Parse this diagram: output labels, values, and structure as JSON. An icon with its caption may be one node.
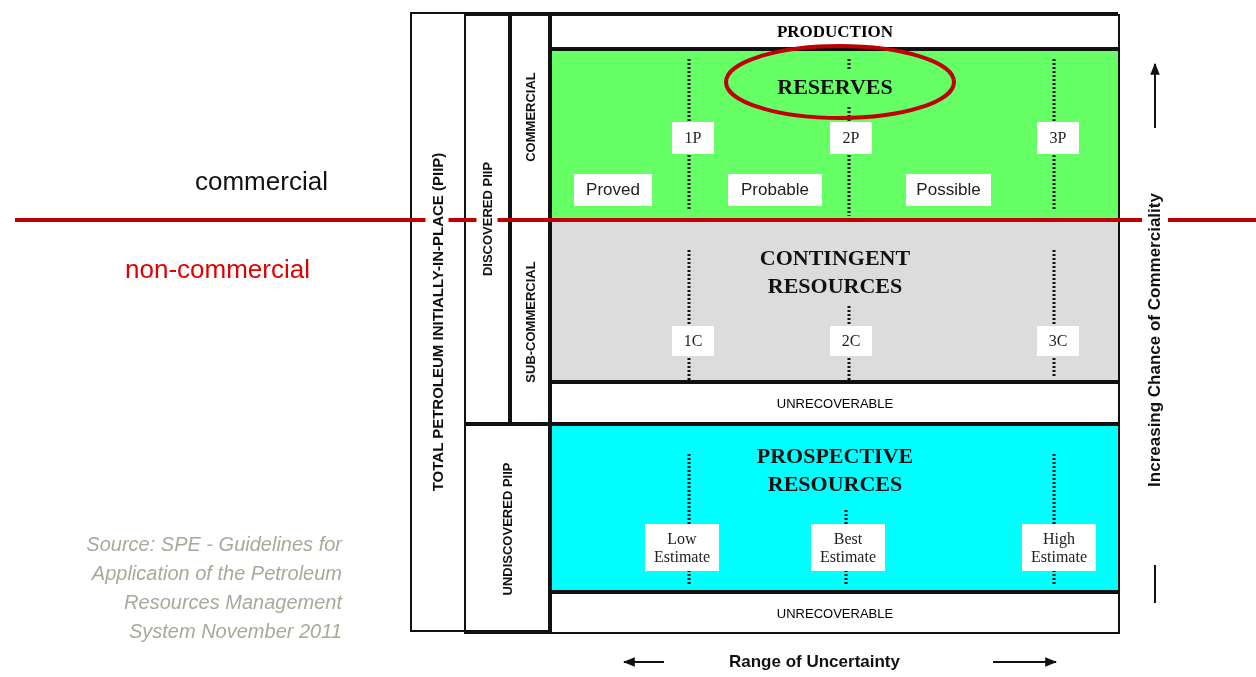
{
  "diagram": {
    "nodes": [
      {
        "text": [
          "TOTAL PETROLEUM INITIALLY-IN-PLACE  (PIIP)"
        ]
      },
      {
        "text": [
          "DISCOVERED PIIP"
        ],
        "in": 0
      },
      {
        "text": [
          "COMMERCIAL"
        ],
        "in": 0
      },
      {
        "text": [
          "PRODUCTION"
        ],
        "in": 0
      },
      {
        "text": [
          "RESERVES"
        ],
        "in": 0
      },
      {
        "text": [
          "1P"
        ],
        "in": 4
      },
      {
        "text": [
          "2P"
        ],
        "in": 4
      },
      {
        "text": [
          "3P"
        ],
        "in": 4
      },
      {
        "text": [
          "Proved"
        ],
        "in": 4
      },
      {
        "text": [
          "Probable"
        ],
        "in": 4
      },
      {
        "text": [
          "Possible"
        ],
        "in": 4
      },
      {
        "text": [
          "SUB-COMMERCIAL"
        ],
        "in": 0
      },
      {
        "text": [
          "CONTINGENT RESOURCES"
        ],
        "in": 0
      },
      {
        "text": [
          "1C"
        ],
        "in": 12
      },
      {
        "text": [
          "2C"
        ],
        "in": 12
      },
      {
        "text": [
          "3C"
        ],
        "in": 12
      },
      {
        "text": [
          "UNRECOVERABLE"
        ],
        "in": 0
      },
      {
        "text": [
          "UNDISCOVERED PIIP"
        ],
        "in": 0
      },
      {
        "text": [
          "PROSPECTIVE RESOURCES"
        ],
        "in": 0
      },
      {
        "text": [
          "Low Estimate"
        ],
        "in": 18
      },
      {
        "text": [
          "Best Estimate"
        ],
        "in": 18
      },
      {
        "text": [
          "High Estimate"
        ],
        "in": 18
      },
      {
        "text": [
          "UNRECOVERABLE"
        ],
        "in": 0
      }
    ],
    "labels": [
      "commercial",
      "non-commercial",
      "Increasing Chance of Commerciality",
      "Range of Uncertainty",
      "Source: SPE - Guidelines for Application of the Petroleum Resources Management System November 2011"
    ]
  }
}
